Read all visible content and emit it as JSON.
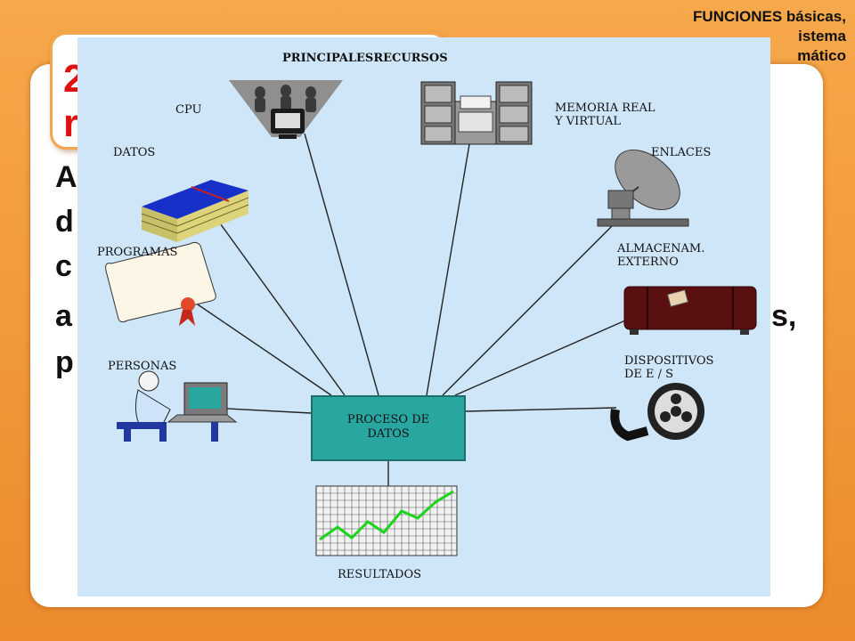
{
  "header": {
    "line1": "FUNCIONES básicas,",
    "line2": "istema",
    "line3": "mático"
  },
  "title_tab": {
    "line1_fragment": "2",
    "line2_fragment": "r"
  },
  "body_fragments": [
    "A",
    "d",
    "c",
    "a",
    "p",
    "s,"
  ],
  "diagram": {
    "title": "PRINCIPALESRECURSOS",
    "labels": {
      "cpu": "CPU",
      "memoria": "MEMORIA REAL\nY VIRTUAL",
      "datos": "DATOS",
      "enlaces": "ENLACES",
      "programas": "PROGRAMAS",
      "almacenam": "ALMACENAM.\nEXTERNO",
      "personas": "PERSONAS",
      "dispositivos": "DISPOSITIVOS\nDE E / S",
      "proceso": "PROCESO DE\nDATOS",
      "resultados": "RESULTADOS"
    }
  }
}
